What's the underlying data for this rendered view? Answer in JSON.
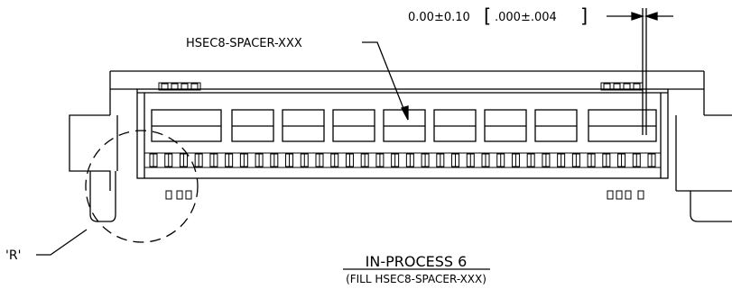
{
  "callouts": {
    "part_leader": "HSEC8-SPACER-XXX",
    "detail_ref": "'R'",
    "tolerance": {
      "nominal_mm": "0.00±0.10",
      "bracket_open": "[",
      "inch_value": ".000±.004",
      "bracket_close": "]"
    }
  },
  "title_block": {
    "title": "IN-PROCESS 6",
    "subtitle": "(FILL HSEC8-SPACER-XXX)"
  },
  "drawing": {
    "window_count": 9,
    "pin_count": 34,
    "line_color": "#000000",
    "background": "#ffffff"
  }
}
